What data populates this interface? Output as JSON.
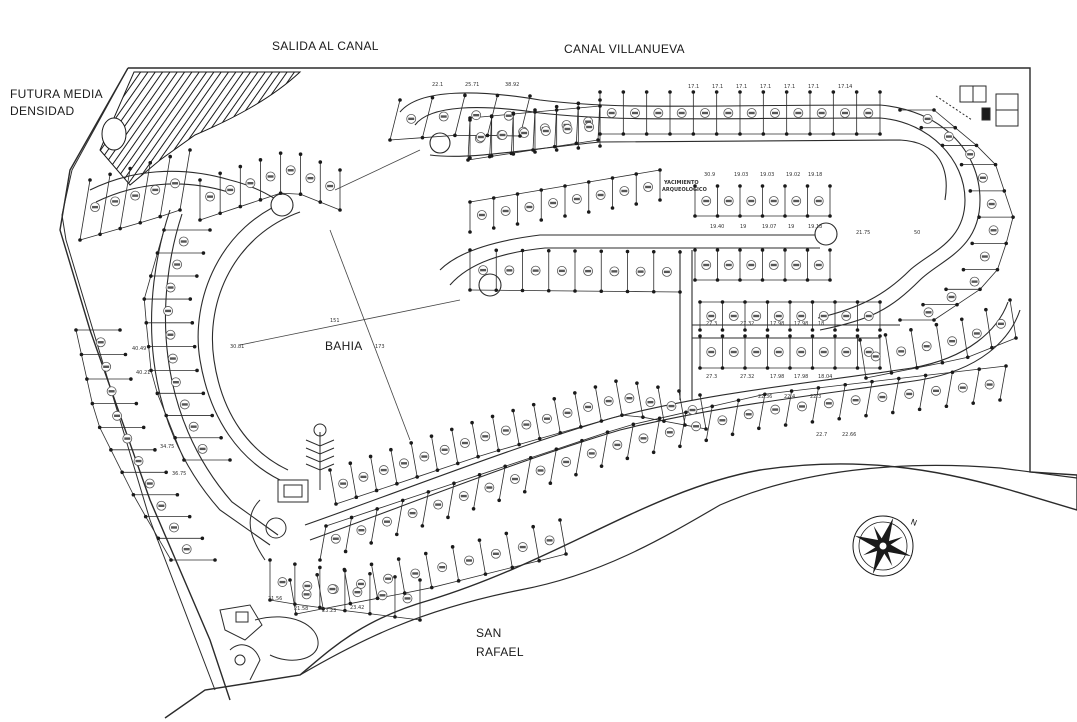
{
  "labels": {
    "futura_line1": "FUTURA MEDIA",
    "futura_line2": "DENSIDAD",
    "salida": "SALIDA AL CANAL",
    "canal": "CANAL VILLANUEVA",
    "bahia": "BAHIA",
    "san_line1": "SAN",
    "san_line2": "RAFAEL",
    "yacimiento_line1": "YACIMIENTO",
    "yacimiento_line2": "ARQUEOLOGICO"
  },
  "dimensions": {
    "top_row": [
      "22.1",
      "25.71",
      "38.92"
    ],
    "north_row": [
      "17.1",
      "17.1",
      "17.1",
      "17.1",
      "17.1",
      "17.1",
      "17.14"
    ],
    "mid_row": [
      "30.9",
      "19.03",
      "19.03",
      "19.02",
      "19.18"
    ],
    "mid_row2": [
      "19.40",
      "19",
      "19.07",
      "19",
      "19.18"
    ],
    "east": [
      "50",
      "21.75"
    ],
    "south_row": [
      "27.3",
      "27.32",
      "17.98",
      "17.98",
      "18"
    ],
    "south_row2": [
      "27.3",
      "27.32",
      "17.98",
      "17.98",
      "18.04"
    ],
    "coast_row": [
      "22.36",
      "22.4",
      "22.3",
      "22.7",
      "22.66"
    ],
    "bottom_row": [
      "21.56",
      "23.23",
      "23.42",
      "21.58"
    ],
    "west_col": [
      "40.49",
      "40.21",
      "30.81",
      "34.75",
      "36.75"
    ],
    "bay_lines": [
      "151",
      "173"
    ]
  },
  "colors": {
    "line": "#2b2b2b",
    "node": "#1a1a1a",
    "lot_badge": "#555555",
    "background": "#ffffff"
  },
  "compass": {
    "north_label": "N"
  }
}
